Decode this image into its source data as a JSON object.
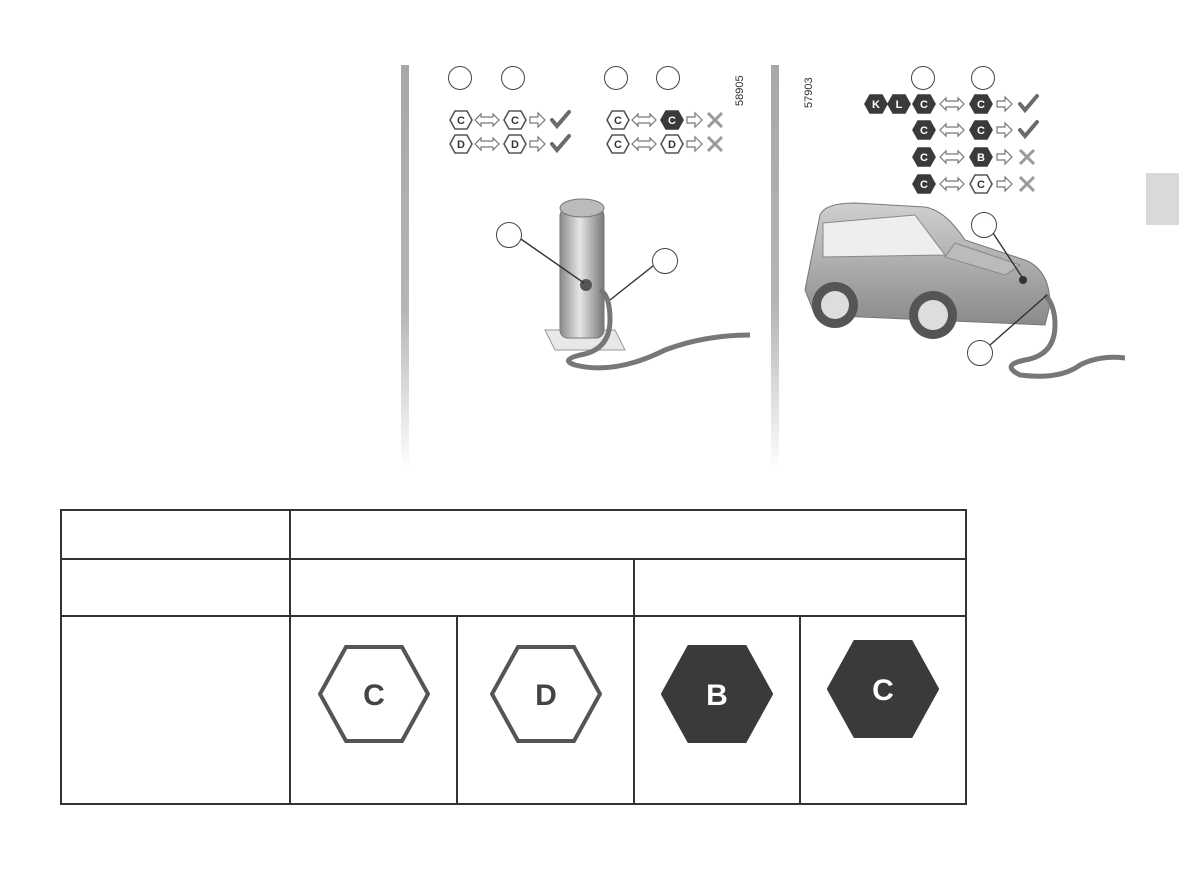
{
  "figure_left": {
    "figure_id": "58905",
    "compat_rows": [
      {
        "a": "C",
        "b": "C",
        "ok": true
      },
      {
        "a": "D",
        "b": "D",
        "ok": true
      },
      {
        "a": "C",
        "b": "C",
        "b_filled": true,
        "ok": false
      },
      {
        "a": "C",
        "b": "D",
        "ok": false
      }
    ]
  },
  "figure_right": {
    "figure_id": "57903",
    "compat_rows": [
      {
        "prefix": [
          "K",
          "L"
        ],
        "a": "C",
        "b": "C",
        "ok": true
      },
      {
        "a": "C",
        "b": "C",
        "ok": true
      },
      {
        "a": "C",
        "b": "B",
        "ok": false
      },
      {
        "a": "C",
        "b": "C",
        "b_outline": true,
        "ok": false
      }
    ]
  },
  "table": {
    "hexagons": [
      {
        "letter": "C",
        "style": "outline"
      },
      {
        "letter": "D",
        "style": "outline"
      },
      {
        "letter": "B",
        "style": "filled"
      },
      {
        "letter": "C",
        "style": "filled"
      }
    ]
  },
  "colors": {
    "dark_hex": "#3a3a3a",
    "outline_hex": "#555555",
    "check": "#6b6b6b",
    "cross": "#9a9a9a"
  }
}
